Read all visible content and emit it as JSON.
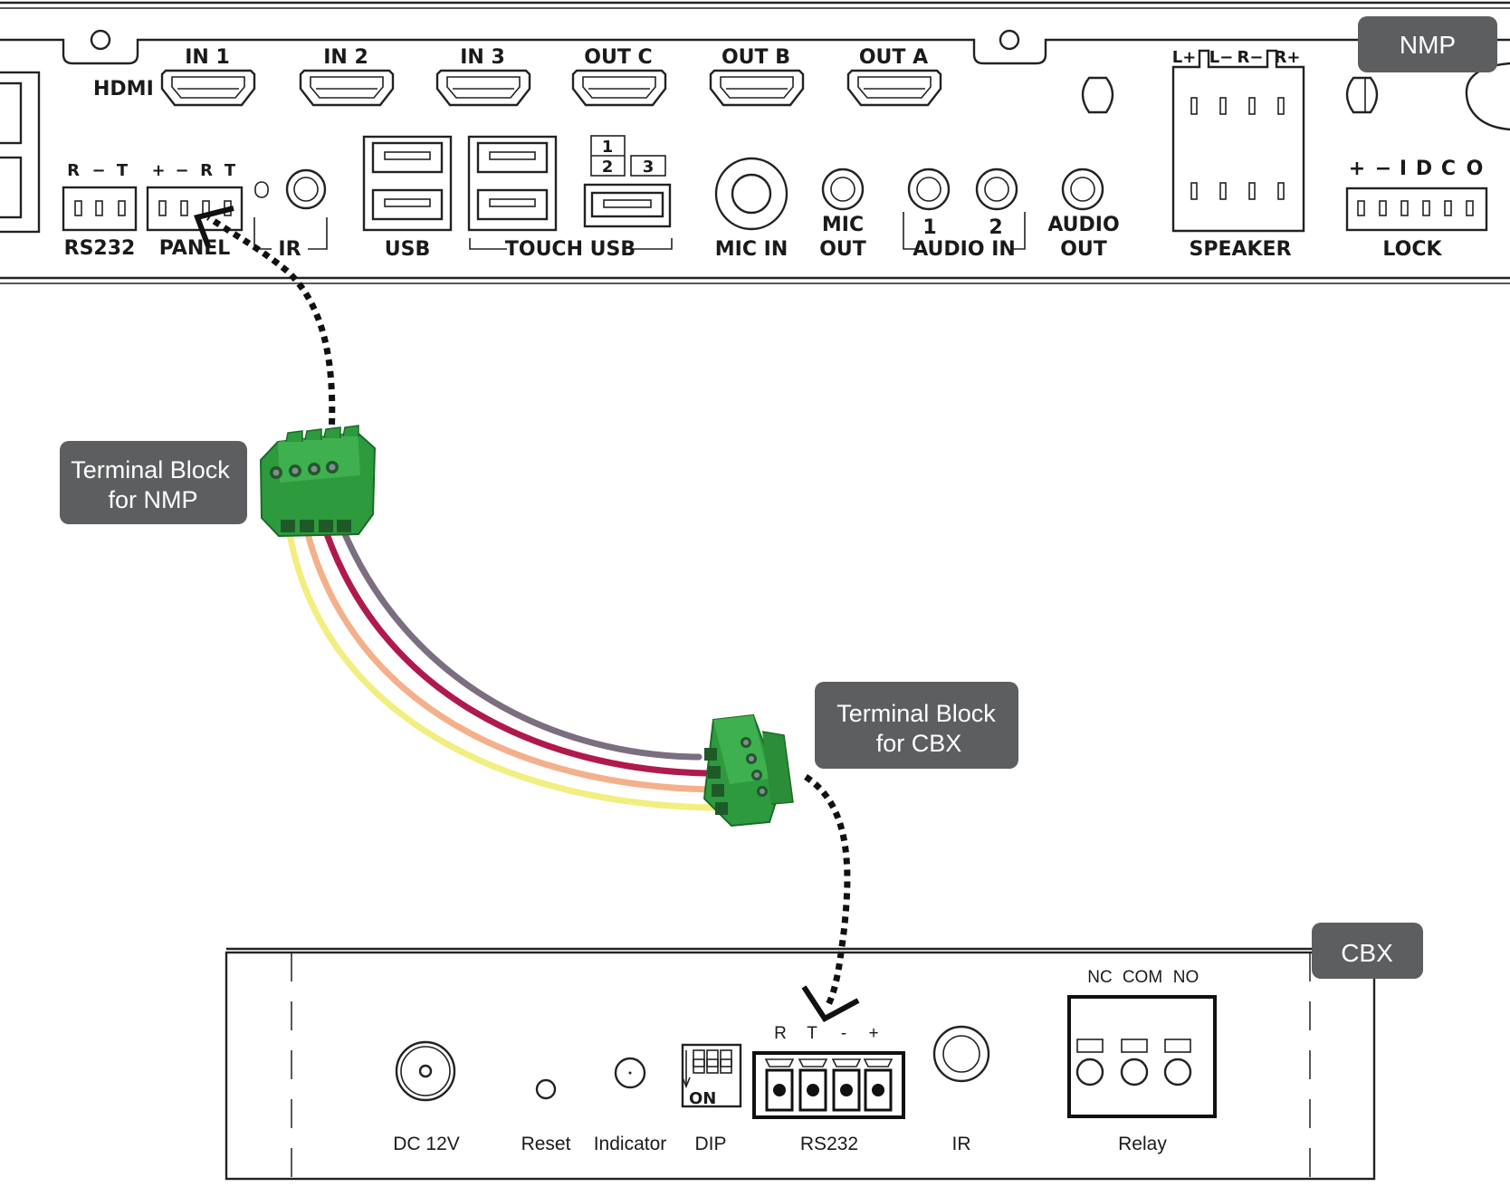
{
  "nmp_panel": {
    "tag": "NMP",
    "hdmi_label": "HDMI",
    "hdmi_ports": [
      "IN 1",
      "IN 2",
      "IN 3",
      "OUT C",
      "OUT B",
      "OUT A"
    ],
    "rs232_pins": [
      "R",
      "−",
      "T"
    ],
    "rs232_label": "RS232",
    "panel_pins": [
      "+",
      "−",
      "R",
      "T"
    ],
    "panel_label": "PANEL",
    "ir_label": "IR",
    "usb_label": "USB",
    "touch_usb_label": "TOUCH USB",
    "touch_usb_numbers": [
      "1",
      "2",
      "3"
    ],
    "mic_in_label": "MIC IN",
    "mic_out_label": [
      "MIC",
      "OUT"
    ],
    "audio_in_numbers": [
      "1",
      "2"
    ],
    "audio_in_label": "AUDIO IN",
    "audio_out_label": [
      "AUDIO",
      "OUT"
    ],
    "speaker_pins": [
      "L+",
      "L−",
      "R−",
      "R+"
    ],
    "speaker_label": "SPEAKER",
    "lock_pins": [
      "+",
      "−",
      "I",
      "D",
      "C",
      "O"
    ],
    "lock_label": "LOCK"
  },
  "callouts": {
    "nmp_block": [
      "Terminal Block",
      "for NMP"
    ],
    "cbx_block": [
      "Terminal Block",
      "for CBX"
    ]
  },
  "cbx_panel": {
    "tag": "CBX",
    "labels": [
      "DC 12V",
      "Reset",
      "Indicator",
      "DIP",
      "RS232",
      "IR",
      "Relay"
    ],
    "dip_on": "ON",
    "rs232_pins": [
      "R",
      "T",
      "-",
      "+"
    ],
    "relay_pins": [
      "NC",
      "COM",
      "NO"
    ]
  },
  "colors": {
    "tag_bg": "#5d5e60",
    "connector_green": "#2e9a3e",
    "wire_grey": "#7a6e80",
    "wire_red": "#b01a4a",
    "wire_peach": "#f4b08a",
    "wire_yellow": "#f2ee80"
  }
}
